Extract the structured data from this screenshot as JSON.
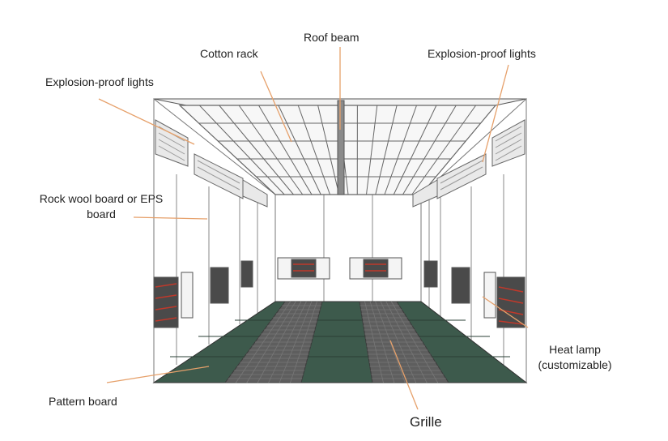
{
  "labels": {
    "roof_beam": "Roof beam",
    "cotton_rack": "Cotton rack",
    "explosion_proof_lights_right": "Explosion-proof lights",
    "explosion_proof_lights_left": "Explosion-proof lights",
    "rock_wool_line1": "Rock wool board or EPS",
    "rock_wool_line2": "board",
    "heat_lamp_line1": "Heat lamp",
    "heat_lamp_line2": "(customizable)",
    "pattern_board": "Pattern board",
    "grille": "Grille"
  },
  "colors": {
    "leader_line": "#e6a06a",
    "floor_panel": "#3d5a4c",
    "grille": "#5a5a5a",
    "frame": "#555555",
    "lamp_red": "#c0392b"
  }
}
